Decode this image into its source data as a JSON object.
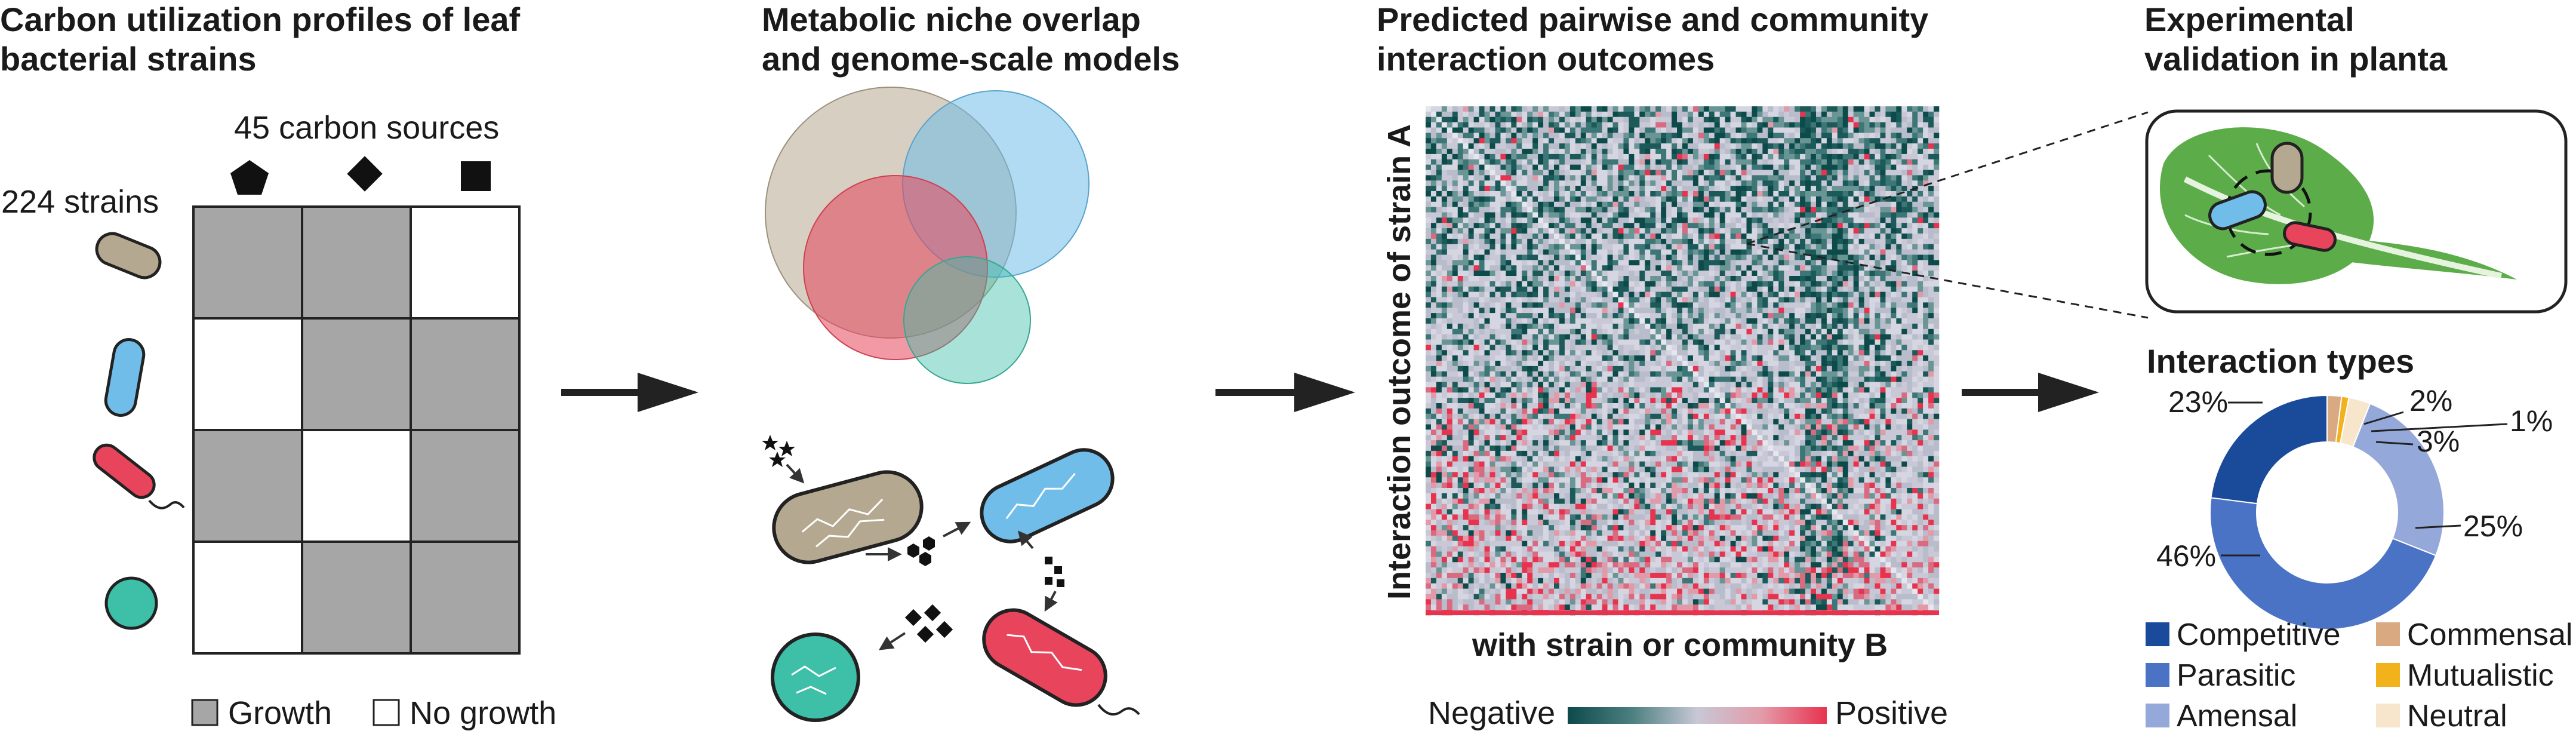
{
  "panels": {
    "carbon": {
      "title_line1": "Carbon utilization profiles of leaf",
      "title_line2": "bacterial strains",
      "carbon_sources_label": "45 carbon sources",
      "strains_label": "224 strains",
      "legend_growth": "Growth",
      "legend_no_growth": "No growth",
      "grid": [
        [
          1,
          1,
          0
        ],
        [
          0,
          1,
          1
        ],
        [
          1,
          0,
          1
        ],
        [
          0,
          1,
          1
        ]
      ],
      "carbon_icons": [
        "pentagon-icon",
        "diamond-icon",
        "square-icon"
      ],
      "strain_icons": [
        "tan-rod-bacterium-icon",
        "blue-rod-bacterium-icon",
        "red-flagellated-bacterium-icon",
        "teal-coccus-bacterium-icon"
      ]
    },
    "niche": {
      "title_line1": "Metabolic niche overlap",
      "title_line2": "and genome-scale models"
    },
    "heatmap": {
      "title_line1": "Predicted pairwise and community",
      "title_line2": "interaction outcomes",
      "ylabel": "Interaction outcome of strain A",
      "xlabel": "with strain or community B",
      "colorbar_low": "Negative",
      "colorbar_high": "Positive"
    },
    "validation": {
      "title_line1": "Experimental",
      "title_line2": "validation in planta",
      "interaction_types_title": "Interaction types"
    }
  },
  "colors": {
    "growth_gray": "#a6a6a6",
    "bacteria_tan": "#b5a890",
    "bacteria_blue": "#6fbde8",
    "bacteria_red": "#e8455c",
    "bacteria_teal": "#3dbfa8",
    "heatmap_negative": "#0d4a4a",
    "heatmap_neutral": "#c8c8d6",
    "heatmap_positive": "#e8334f",
    "leaf_green": "#5cad4a"
  },
  "chart_data": {
    "type": "pie",
    "title": "Interaction types",
    "categories": [
      "Competitive",
      "Commensal",
      "Mutualistic",
      "Neutral",
      "Amensal",
      "Parasitic"
    ],
    "values": [
      23,
      2,
      1,
      3,
      25,
      46
    ],
    "labels": [
      "23%",
      "2%",
      "1%",
      "3%",
      "25%",
      "46%"
    ],
    "colors": [
      "#1a4a9a",
      "#d9a982",
      "#f2b21c",
      "#f7e6cc",
      "#95a8da",
      "#4a73c6"
    ],
    "legend": [
      {
        "name": "Competitive",
        "color": "#1a4a9a"
      },
      {
        "name": "Parasitic",
        "color": "#4a73c6"
      },
      {
        "name": "Amensal",
        "color": "#95a8da"
      },
      {
        "name": "Commensal",
        "color": "#d9a982"
      },
      {
        "name": "Mutualistic",
        "color": "#f2b21c"
      },
      {
        "name": "Neutral",
        "color": "#f7e6cc"
      }
    ]
  }
}
